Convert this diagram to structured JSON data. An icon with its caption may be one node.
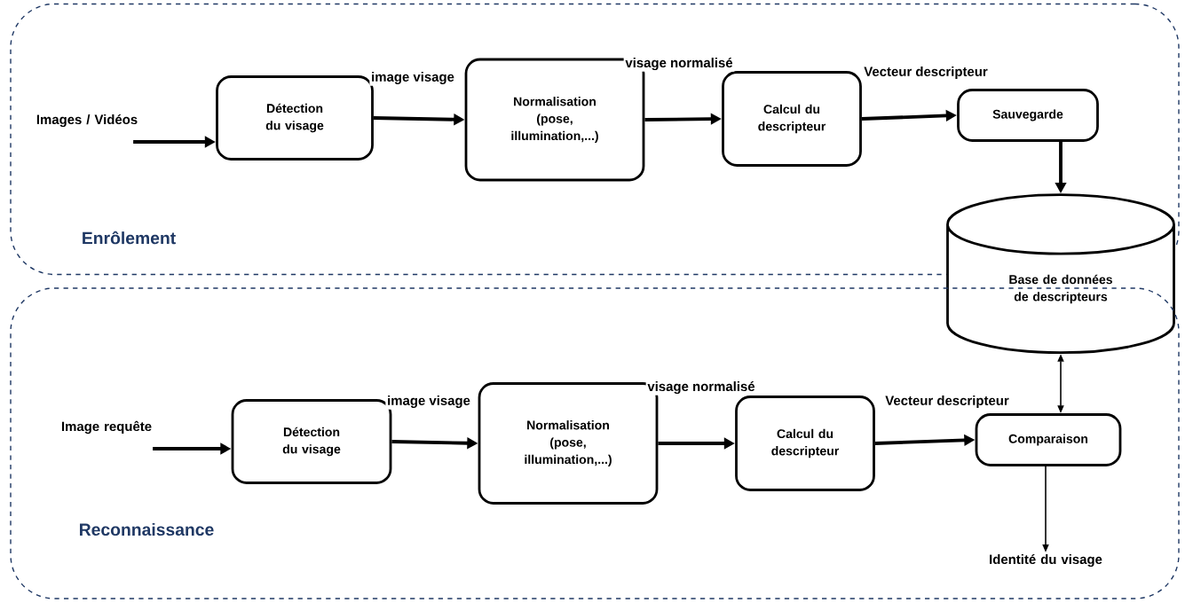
{
  "diagram": {
    "nodes": [
      {
        "text": [
          "Enrôlement"
        ]
      },
      {
        "text": [
          "Images / Vidéos"
        ],
        "in": 0
      },
      {
        "text": [
          "Détection du visage"
        ],
        "in": 0
      },
      {
        "text": [
          "Normalisation (pose, illumination,...)"
        ],
        "in": 0
      },
      {
        "text": [
          "Calcul du descripteur"
        ],
        "in": 0
      },
      {
        "text": [
          "Sauvegarde"
        ],
        "in": 0
      },
      {
        "text": [
          "Base de données de descripteurs"
        ]
      },
      {
        "text": [
          "Reconnaissance"
        ]
      },
      {
        "text": [
          "Image requête"
        ],
        "in": 7
      },
      {
        "text": [
          "Détection du visage"
        ],
        "in": 7
      },
      {
        "text": [
          "Normalisation (pose, illumination,...)"
        ],
        "in": 7
      },
      {
        "text": [
          "Calcul du descripteur"
        ],
        "in": 7
      },
      {
        "text": [
          "Comparaison"
        ],
        "in": 7
      },
      {
        "text": [
          "Identité du visage"
        ],
        "in": 7
      }
    ],
    "edges": [
      {
        "from": 1,
        "to": 2,
        "arrow": "to"
      },
      {
        "from": 2,
        "to": 3,
        "arrow": "to",
        "label": "image visage"
      },
      {
        "from": 3,
        "to": 4,
        "arrow": "to",
        "label": "visage normalisé"
      },
      {
        "from": 4,
        "to": 5,
        "arrow": "to",
        "label": "Vecteur descripteur"
      },
      {
        "from": 5,
        "to": 6,
        "arrow": "to"
      },
      {
        "from": 8,
        "to": 9,
        "arrow": "to"
      },
      {
        "from": 9,
        "to": 10,
        "arrow": "to",
        "label": "image visage"
      },
      {
        "from": 10,
        "to": 11,
        "arrow": "to",
        "label": "visage normalisé"
      },
      {
        "from": 11,
        "to": 12,
        "arrow": "to",
        "label": "Vecteur descripteur"
      },
      {
        "from": 12,
        "to": 6,
        "arrow": "both"
      },
      {
        "from": 12,
        "to": 13,
        "arrow": "to"
      }
    ]
  }
}
